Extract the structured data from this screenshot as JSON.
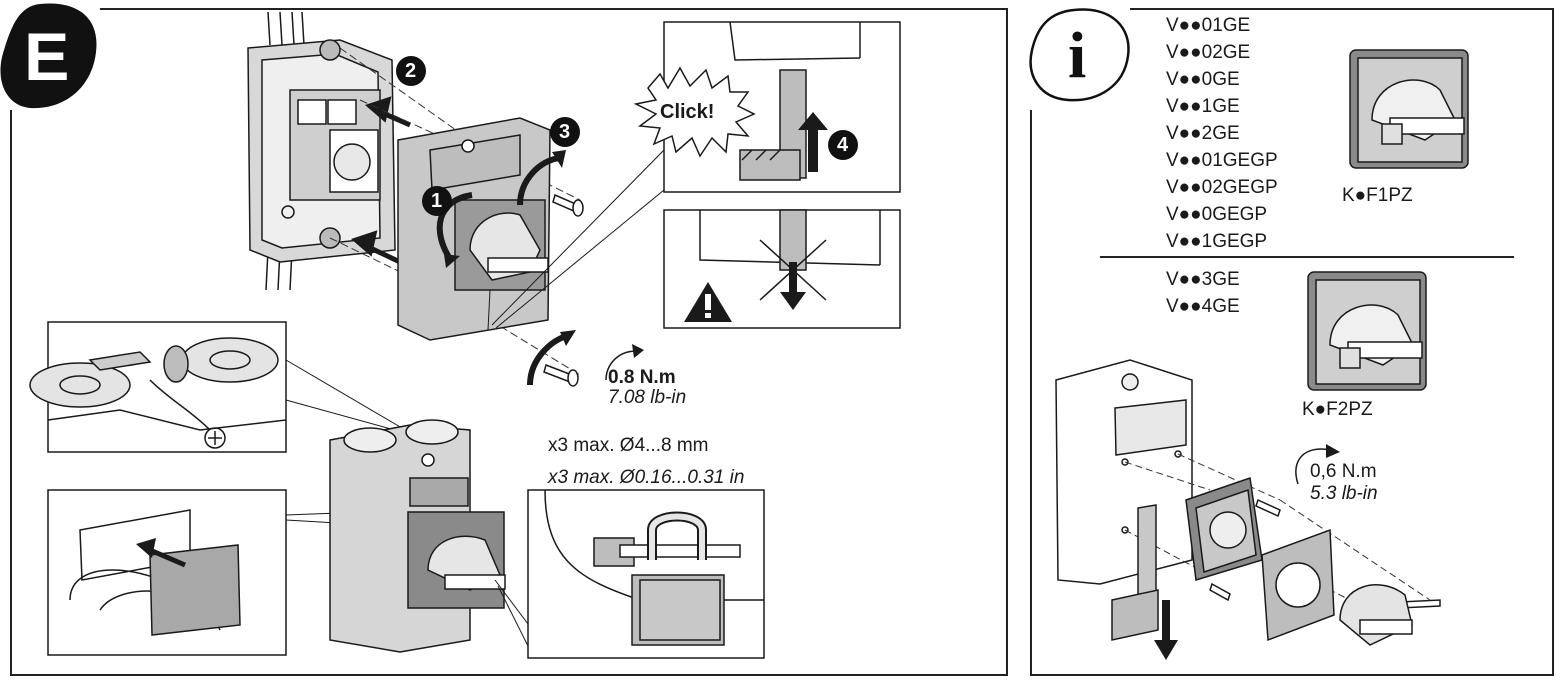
{
  "left_panel": {
    "section_letter": "E",
    "steps": [
      "1",
      "2",
      "3",
      "4"
    ],
    "click_label": "Click!",
    "torque_nm": "0.8 N.m",
    "torque_lbin": "7.08 lb-in",
    "padlock_metric": "x3 max. Ø4...8 mm",
    "padlock_imperial": "x3 max. Ø0.16...0.31 in"
  },
  "right_panel": {
    "info_symbol": "i",
    "group1_models": [
      "V●●01GE",
      "V●●02GE",
      "V●●0GE",
      "V●●1GE",
      "V●●2GE",
      "V●●01GEGP",
      "V●●02GEGP",
      "V●●0GEGP",
      "V●●1GEGP"
    ],
    "group1_kit": "K●F1PZ",
    "group2_models": [
      "V●●3GE",
      "V●●4GE"
    ],
    "group2_kit": "K●F2PZ",
    "torque_nm": "0,6 N.m",
    "torque_lbin": "5.3 lb-in"
  },
  "colors": {
    "line": "#1a1a1a",
    "housing_gray": "#c8c8c8",
    "dark_gray": "#8a8a8a",
    "label_gray": "#a8a8a8"
  }
}
